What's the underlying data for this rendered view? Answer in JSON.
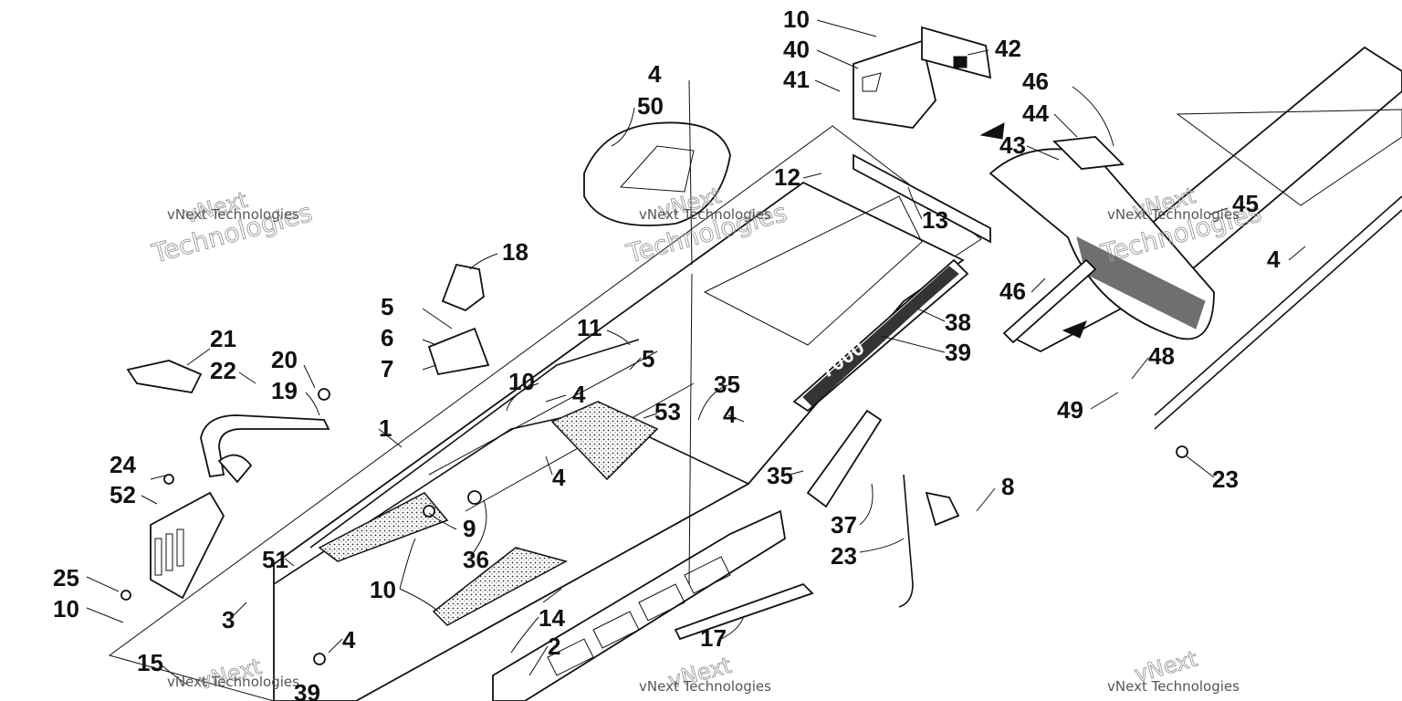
{
  "watermark": {
    "brand": "vNext",
    "line2": "Technologies",
    "caption": "vNext Technologies"
  },
  "callouts": [
    "10",
    "40",
    "41",
    "42",
    "4",
    "50",
    "46",
    "44",
    "43",
    "12",
    "13",
    "18",
    "45",
    "46",
    "4",
    "5",
    "6",
    "7",
    "11",
    "38",
    "39",
    "21",
    "22",
    "20",
    "19",
    "5",
    "10",
    "4",
    "53",
    "35",
    "4",
    "1",
    "35",
    "48",
    "49",
    "23",
    "24",
    "52",
    "4",
    "8",
    "9",
    "36",
    "37",
    "23",
    "25",
    "10",
    "51",
    "10",
    "14",
    "3",
    "17",
    "4",
    "2",
    "15",
    "39"
  ],
  "colors": {
    "ink": "#111111",
    "watermark": "#9a9a9a",
    "background": "#ffffff"
  }
}
